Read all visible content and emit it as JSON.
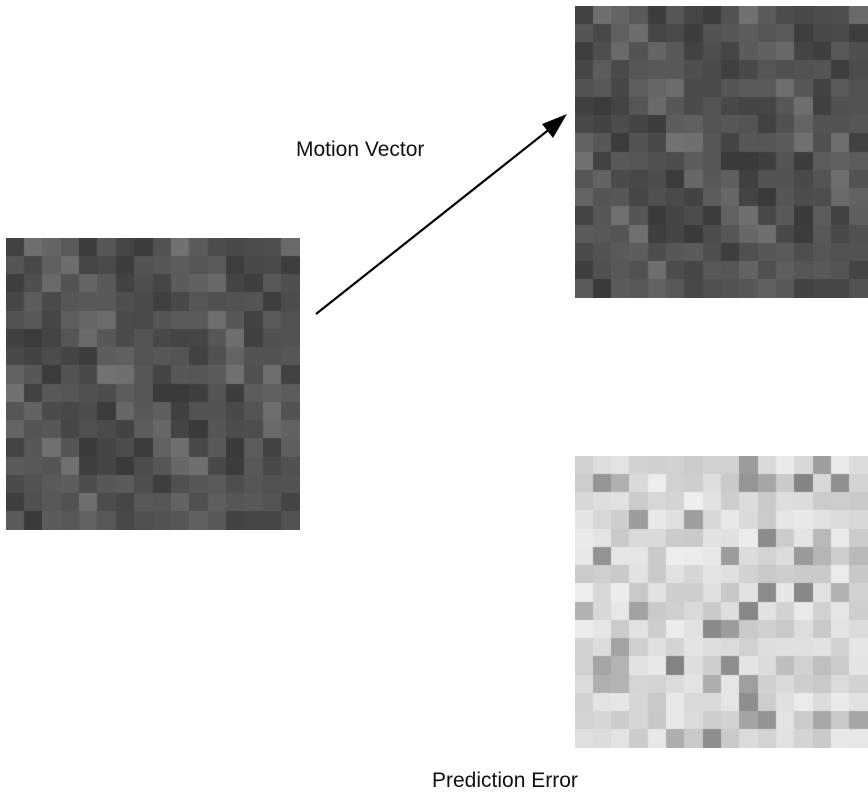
{
  "labels": {
    "motion_vector": "Motion Vector",
    "prediction_error": "Prediction Error"
  },
  "blocks": {
    "source": {
      "grid": 16,
      "palette": "dark",
      "seed": 7
    },
    "target": {
      "grid": 16,
      "palette": "dark",
      "seed": 7
    },
    "error": {
      "grid": 16,
      "palette": "light",
      "seed": 23
    }
  },
  "colors": {
    "arrow": "#000000",
    "text": "#111111"
  }
}
